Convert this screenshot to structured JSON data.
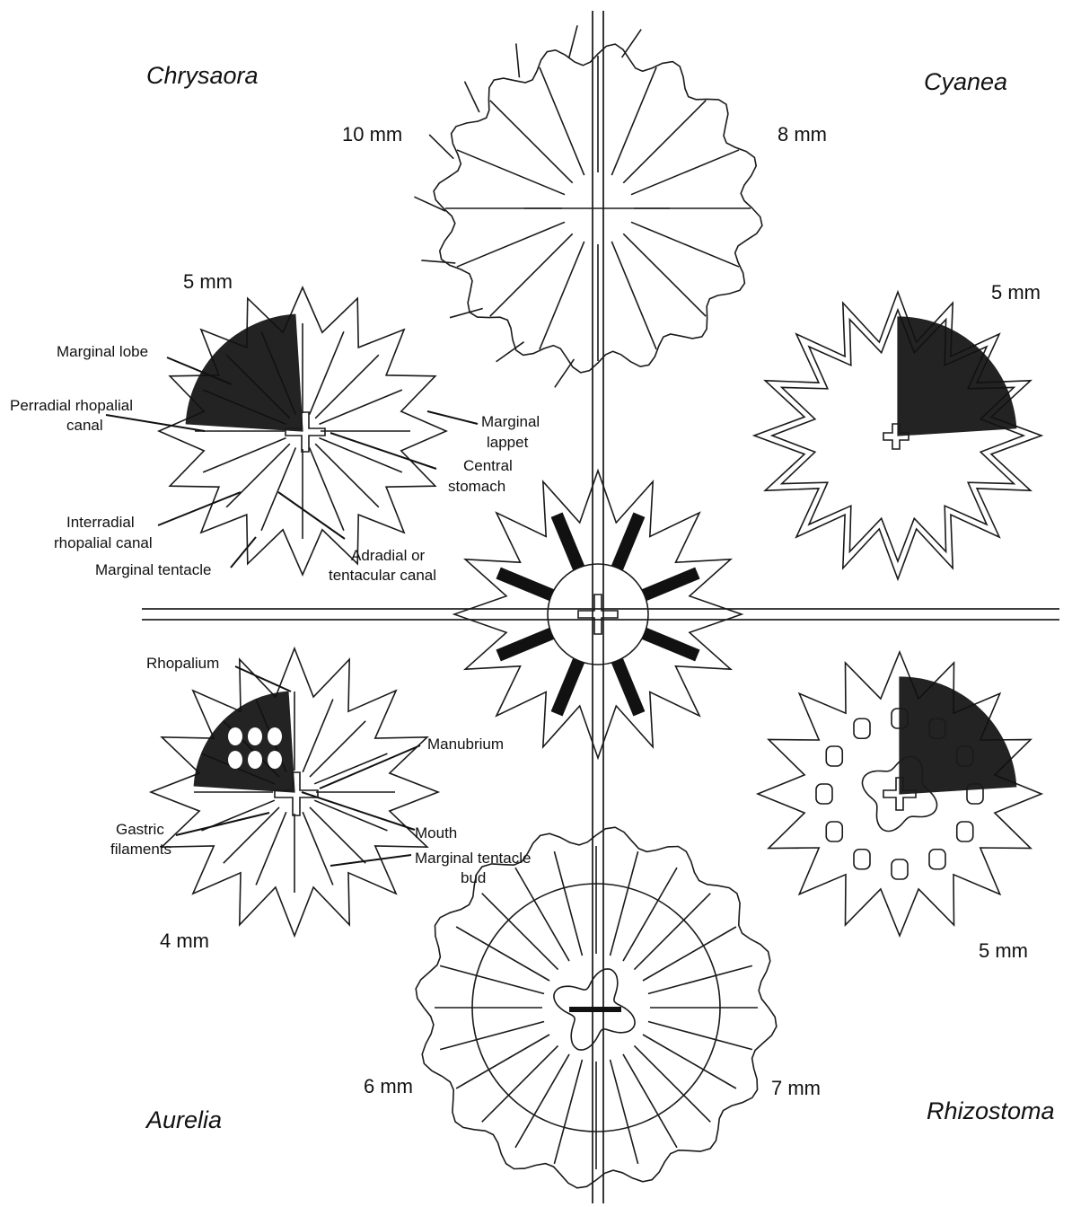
{
  "genera": {
    "chrysaora": "Chrysaora",
    "cyanea": "Cyanea",
    "aurelia": "Aurelia",
    "rhizostoma": "Rhizostoma"
  },
  "sizes": {
    "chrysaora_top": "10 mm",
    "cyanea_top": "8 mm",
    "chrysaora_ephyra": "5 mm",
    "cyanea_ephyra": "5 mm",
    "aurelia_ephyra": "4 mm",
    "rhizostoma_ephyra": "5 mm",
    "aurelia_bottom": "6 mm",
    "rhizostoma_bottom": "7 mm"
  },
  "labels": {
    "marginal_lobe": "Marginal lobe",
    "perradial_1": "Perradial rhopalial",
    "perradial_2": "canal",
    "marginal_lappet_1": "Marginal",
    "marginal_lappet_2": "lappet",
    "central_stomach_1": "Central",
    "central_stomach_2": "stomach",
    "interradial_1": "Interradial",
    "interradial_2": "rhopalial canal",
    "marginal_tentacle": "Marginal tentacle",
    "adradial_1": "Adradial or",
    "adradial_2": "tentacular canal",
    "rhopalium": "Rhopalium",
    "manubrium": "Manubrium",
    "gastric_1": "Gastric",
    "gastric_2": "filaments",
    "mouth": "Mouth",
    "tentacle_bud_1": "Marginal tentacle",
    "tentacle_bud_2": "bud"
  }
}
